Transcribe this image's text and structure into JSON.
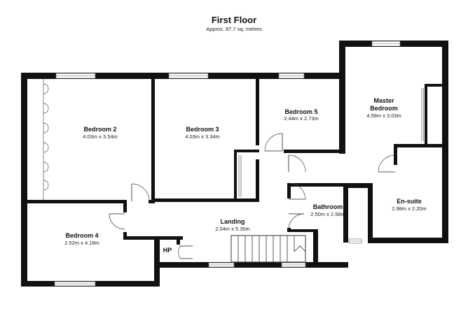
{
  "plan": {
    "title": "First Floor",
    "subtitle": "Approx. 87.7 sq. metres"
  },
  "rooms": {
    "bedroom2": {
      "name": "Bedroom 2",
      "dims": "4.03m x 3.54m"
    },
    "bedroom3": {
      "name": "Bedroom 3",
      "dims": "4.03m x 3.34m"
    },
    "bedroom5": {
      "name": "Bedroom 5",
      "dims": "2.44m x 2.73m"
    },
    "master": {
      "name_line1": "Master",
      "name_line2": "Bedroom",
      "dims": "4.59m x 3.03m"
    },
    "ensuite": {
      "name": "En-suite",
      "dims": "2.98m x 2.20m"
    },
    "bathroom": {
      "name": "Bathroom",
      "dims": "2.50m x 2.58m"
    },
    "landing": {
      "name": "Landing",
      "dims": "2.04m x 5.35m"
    },
    "bedroom4": {
      "name": "Bedroom 4",
      "dims": "2.52m x 4.18m"
    },
    "hp": {
      "name": "HP"
    }
  },
  "colors": {
    "wall": "#111111",
    "background": "#ffffff"
  }
}
